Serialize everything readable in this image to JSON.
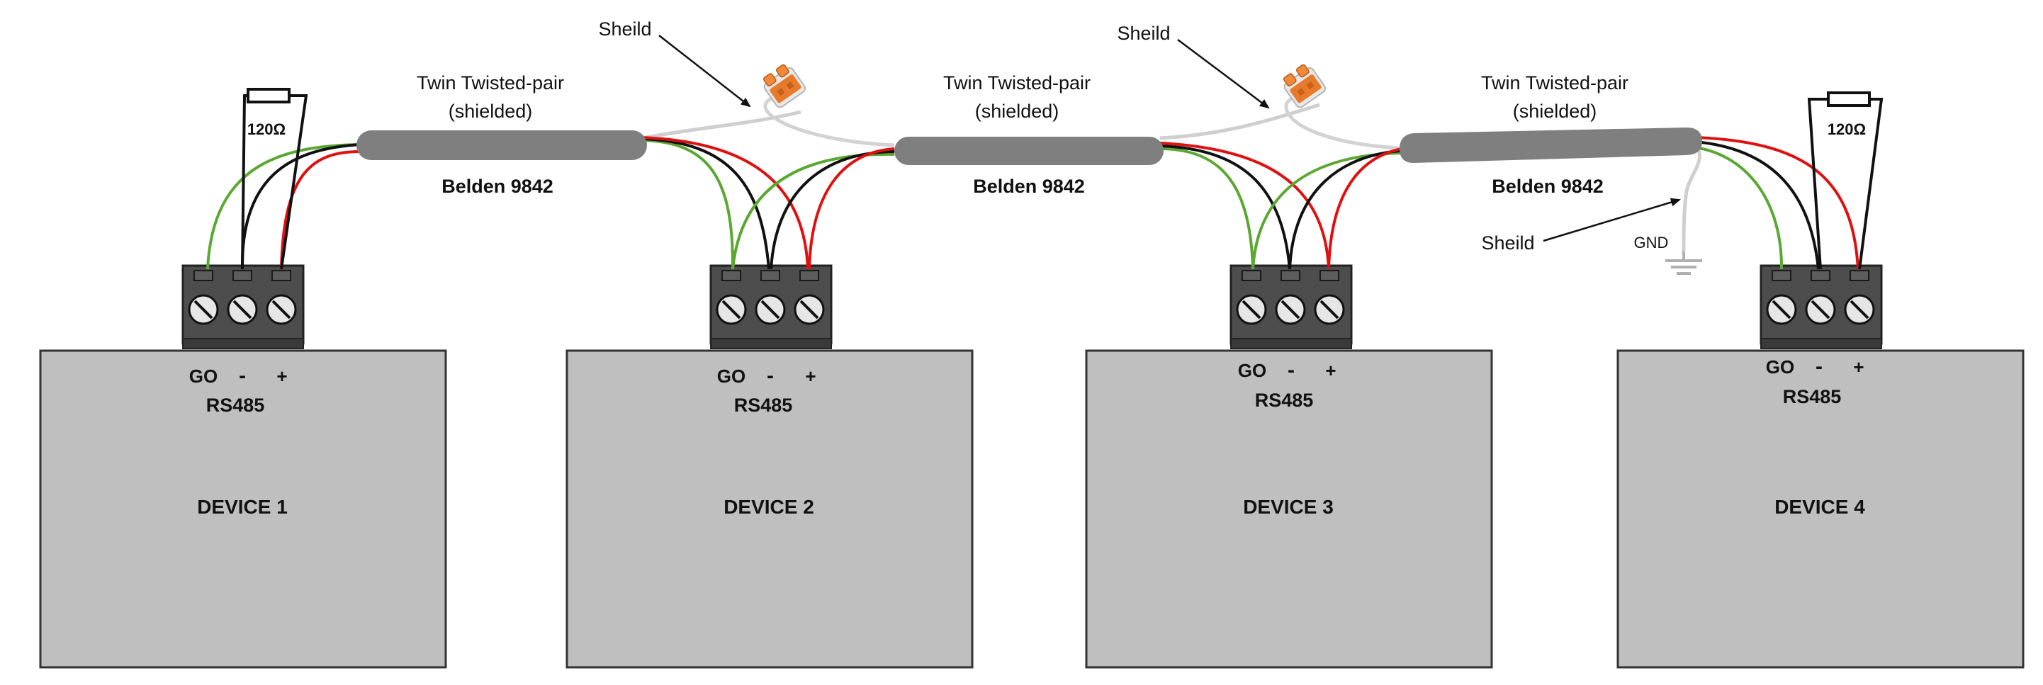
{
  "devices": [
    {
      "name": "DEVICE 1",
      "port": "RS485",
      "pins": [
        "GO",
        "-",
        "+"
      ],
      "terminator": "120Ω"
    },
    {
      "name": "DEVICE 2",
      "port": "RS485",
      "pins": [
        "GO",
        "-",
        "+"
      ]
    },
    {
      "name": "DEVICE 3",
      "port": "RS485",
      "pins": [
        "GO",
        "-",
        "+"
      ]
    },
    {
      "name": "DEVICE 4",
      "port": "RS485",
      "pins": [
        "GO",
        "-",
        "+"
      ],
      "terminator": "120Ω"
    }
  ],
  "cables": [
    {
      "type_line1": "Twin Twisted-pair",
      "type_line2": "(shielded)",
      "model": "Belden 9842"
    },
    {
      "type_line1": "Twin Twisted-pair",
      "type_line2": "(shielded)",
      "model": "Belden 9842"
    },
    {
      "type_line1": "Twin Twisted-pair",
      "type_line2": "(shielded)",
      "model": "Belden 9842"
    }
  ],
  "shield_labels": [
    "Sheild",
    "Sheild",
    "Sheild"
  ],
  "ground_label": "GND",
  "colors": {
    "device_fill": "#bfbfbf",
    "device_stroke": "#333333",
    "terminal_block": "#4d4d4d",
    "cable_jacket": "#7f7f7f",
    "wire_green": "#5aa832",
    "wire_black": "#111111",
    "wire_red": "#e01010",
    "shield_wire": "#cfcfcf",
    "connector_orange": "#e87a2c"
  }
}
